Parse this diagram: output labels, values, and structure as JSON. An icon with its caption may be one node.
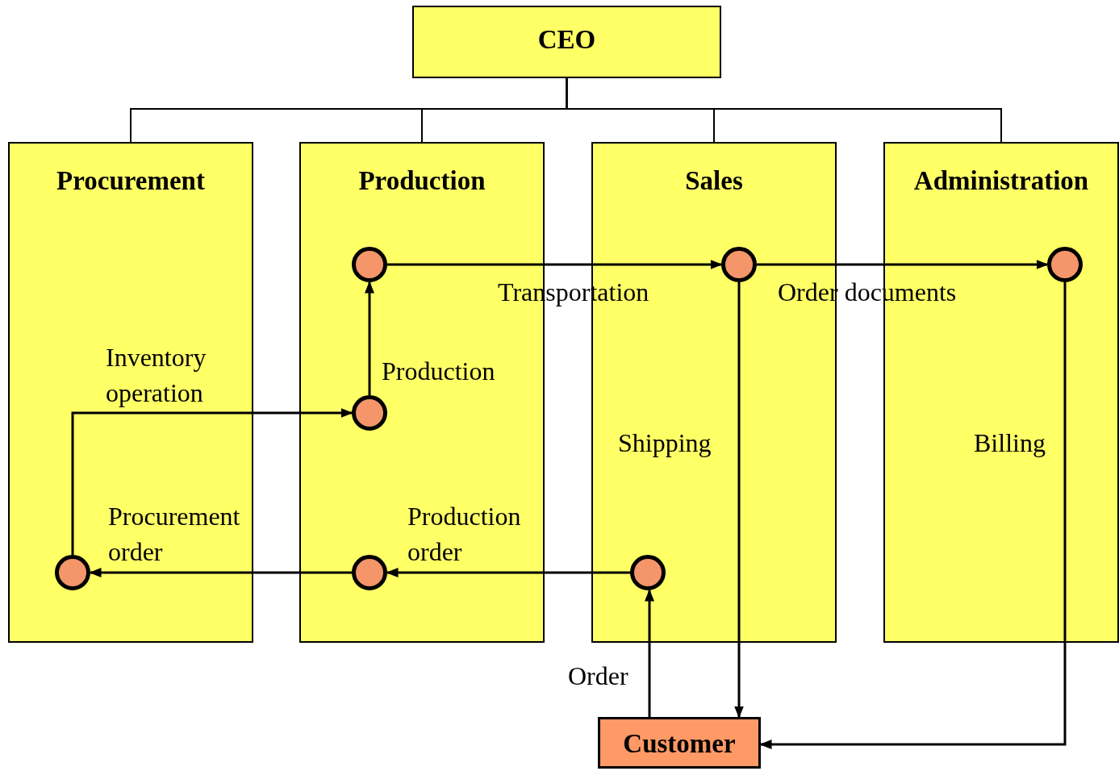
{
  "diagram": {
    "nodes": [
      {
        "text": [
          "CEO"
        ]
      },
      {
        "text": [
          "Procurement"
        ]
      },
      {
        "text": [
          "Production"
        ]
      },
      {
        "text": [
          "Sales"
        ]
      },
      {
        "text": [
          "Administration"
        ]
      },
      {
        "text": [
          "Customer"
        ]
      },
      {
        "text": [],
        "shape": "circle",
        "in": 2
      },
      {
        "text": [],
        "shape": "circle",
        "in": 3
      },
      {
        "text": [],
        "shape": "circle",
        "in": 4
      },
      {
        "text": [],
        "shape": "circle",
        "in": 2
      },
      {
        "text": [],
        "shape": "circle",
        "in": 1
      },
      {
        "text": [],
        "shape": "circle",
        "in": 2
      },
      {
        "text": [],
        "shape": "circle",
        "in": 3
      }
    ],
    "edges": [
      {
        "from": 0,
        "to": 1,
        "arrow": "none"
      },
      {
        "from": 0,
        "to": 2,
        "arrow": "none"
      },
      {
        "from": 0,
        "to": 3,
        "arrow": "none"
      },
      {
        "from": 0,
        "to": 4,
        "arrow": "none"
      },
      {
        "from": 12,
        "to": 11,
        "arrow": "to",
        "label": "Production order"
      },
      {
        "from": 11,
        "to": 10,
        "arrow": "to",
        "label": "Procurement order"
      },
      {
        "from": 10,
        "to": 9,
        "arrow": "to",
        "label": "Inventory operation"
      },
      {
        "from": 9,
        "to": 6,
        "arrow": "to",
        "label": "Production"
      },
      {
        "from": 6,
        "to": 7,
        "arrow": "to",
        "label": "Transportation"
      },
      {
        "from": 7,
        "to": 8,
        "arrow": "to",
        "label": "Order documents"
      },
      {
        "from": 7,
        "to": 5,
        "arrow": "to",
        "label": "Shipping"
      },
      {
        "from": 8,
        "to": 5,
        "arrow": "to",
        "label": "Billing"
      },
      {
        "from": 5,
        "to": 12,
        "arrow": "to",
        "label": "Order"
      }
    ]
  }
}
